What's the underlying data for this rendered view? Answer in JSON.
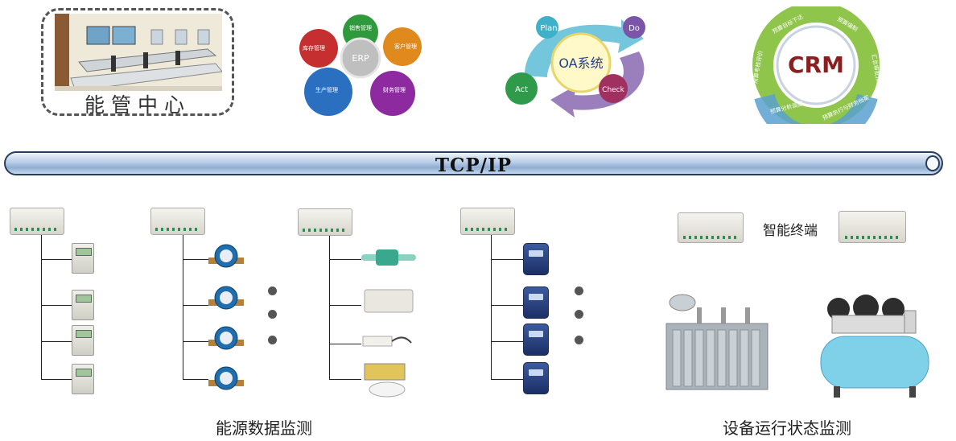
{
  "top": {
    "control_center_label": "能管中心",
    "erp": {
      "center": "ERP",
      "segments": [
        "销售管理",
        "客户管理",
        "财务管理",
        "生产管理",
        "库存管理"
      ]
    },
    "oa": {
      "center": "OA系统",
      "plan": "Plan",
      "do": "Do",
      "check": "Check",
      "act": "Act"
    },
    "crm": {
      "center": "CRM",
      "segments": [
        "预算编制",
        "汇总审批预算",
        "预算执行与财务档案",
        "预算分析调整",
        "预算考核评价",
        "预算目标下达"
      ]
    }
  },
  "bus_label": "TCP/IP",
  "terminal_label": "智能终端",
  "bottom_labels": {
    "energy": "能源数据监测",
    "equipment": "设备运行状态监测"
  },
  "colors": {
    "erp": [
      "#2e9a3c",
      "#e08a1e",
      "#8e2aa0",
      "#2a6fc0",
      "#c62f2f"
    ],
    "oa": [
      "#2eaa78",
      "#7a55a8",
      "#2e9a4a",
      "#a03060"
    ],
    "crm_ring": "#7cbb2b",
    "bus": "#8fadd2"
  }
}
